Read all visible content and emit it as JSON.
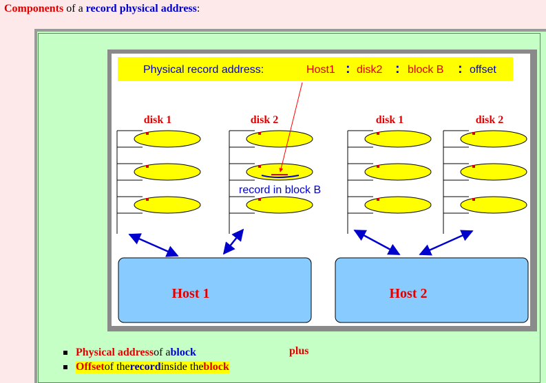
{
  "heading": {
    "part1": "Components",
    "part2": " of a ",
    "part3": "record physical address",
    "part4": ":"
  },
  "diagram": {
    "address_label": "Physical record address:",
    "address_parts": [
      "Host1",
      "disk2",
      "block B",
      "offset"
    ],
    "address_separator": ":",
    "disks": [
      "disk 1",
      "disk 2",
      "disk 1",
      "disk 2"
    ],
    "record_label": "record in block B",
    "hosts": [
      "Host 1",
      "Host 2"
    ]
  },
  "bullets": [
    {
      "a": "Physical address",
      "b": " of a ",
      "c": "block"
    },
    {
      "a": "Offset",
      "b": " of the ",
      "c": "record",
      "d": " inside the ",
      "e": "block"
    }
  ],
  "plus_label": "plus",
  "colors": {
    "page_bg": "#fde9e9",
    "panel_bg": "#c6ffc6",
    "address_bar": "#ffff00",
    "host_box": "#88ccff",
    "platter": "#ffff00",
    "arrow": "#0000cc",
    "pointer": "#ff0000"
  }
}
